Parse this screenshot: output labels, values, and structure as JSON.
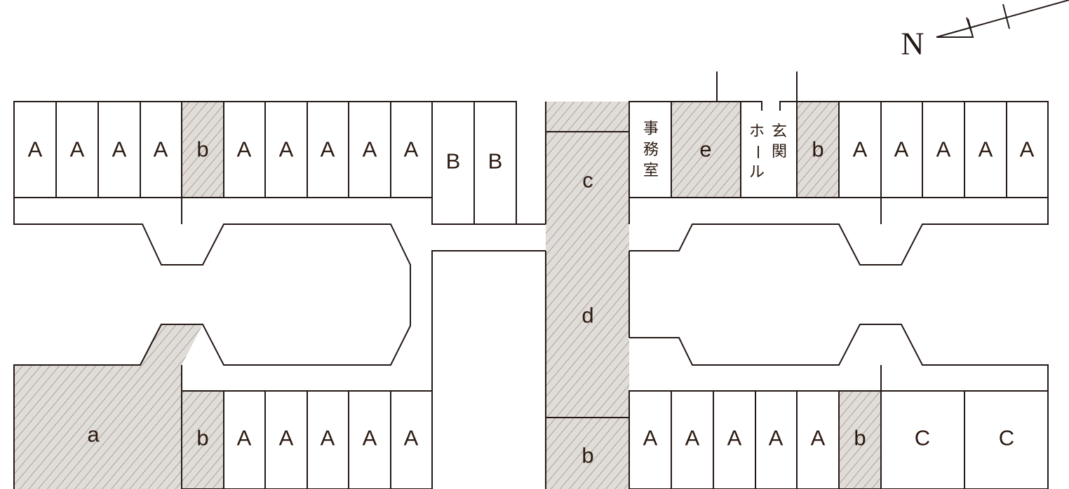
{
  "north_label": "N",
  "colors": {
    "line": "#231815",
    "hatch_fill": "#e0dcd8",
    "hatch_line": "#8a7f78",
    "text": "#2b1a10"
  },
  "top_left_row": [
    "A",
    "A",
    "A",
    "A",
    "b",
    "A",
    "A",
    "A",
    "A",
    "A",
    "B",
    "B"
  ],
  "bottom_left": {
    "a": "a",
    "cells": [
      "b",
      "A",
      "A",
      "A",
      "A",
      "A"
    ]
  },
  "center": {
    "c": "c",
    "d": "d",
    "b": "b"
  },
  "top_right": {
    "office": [
      "事",
      "務",
      "室"
    ],
    "e": "e",
    "hall_right": [
      "玄",
      "関"
    ],
    "hall_left": [
      "ホ",
      "ー",
      "ル"
    ],
    "cells": [
      "b",
      "A",
      "A",
      "A",
      "A",
      "A"
    ]
  },
  "bottom_right_row": [
    "A",
    "A",
    "A",
    "A",
    "A",
    "b",
    "C",
    "C"
  ]
}
